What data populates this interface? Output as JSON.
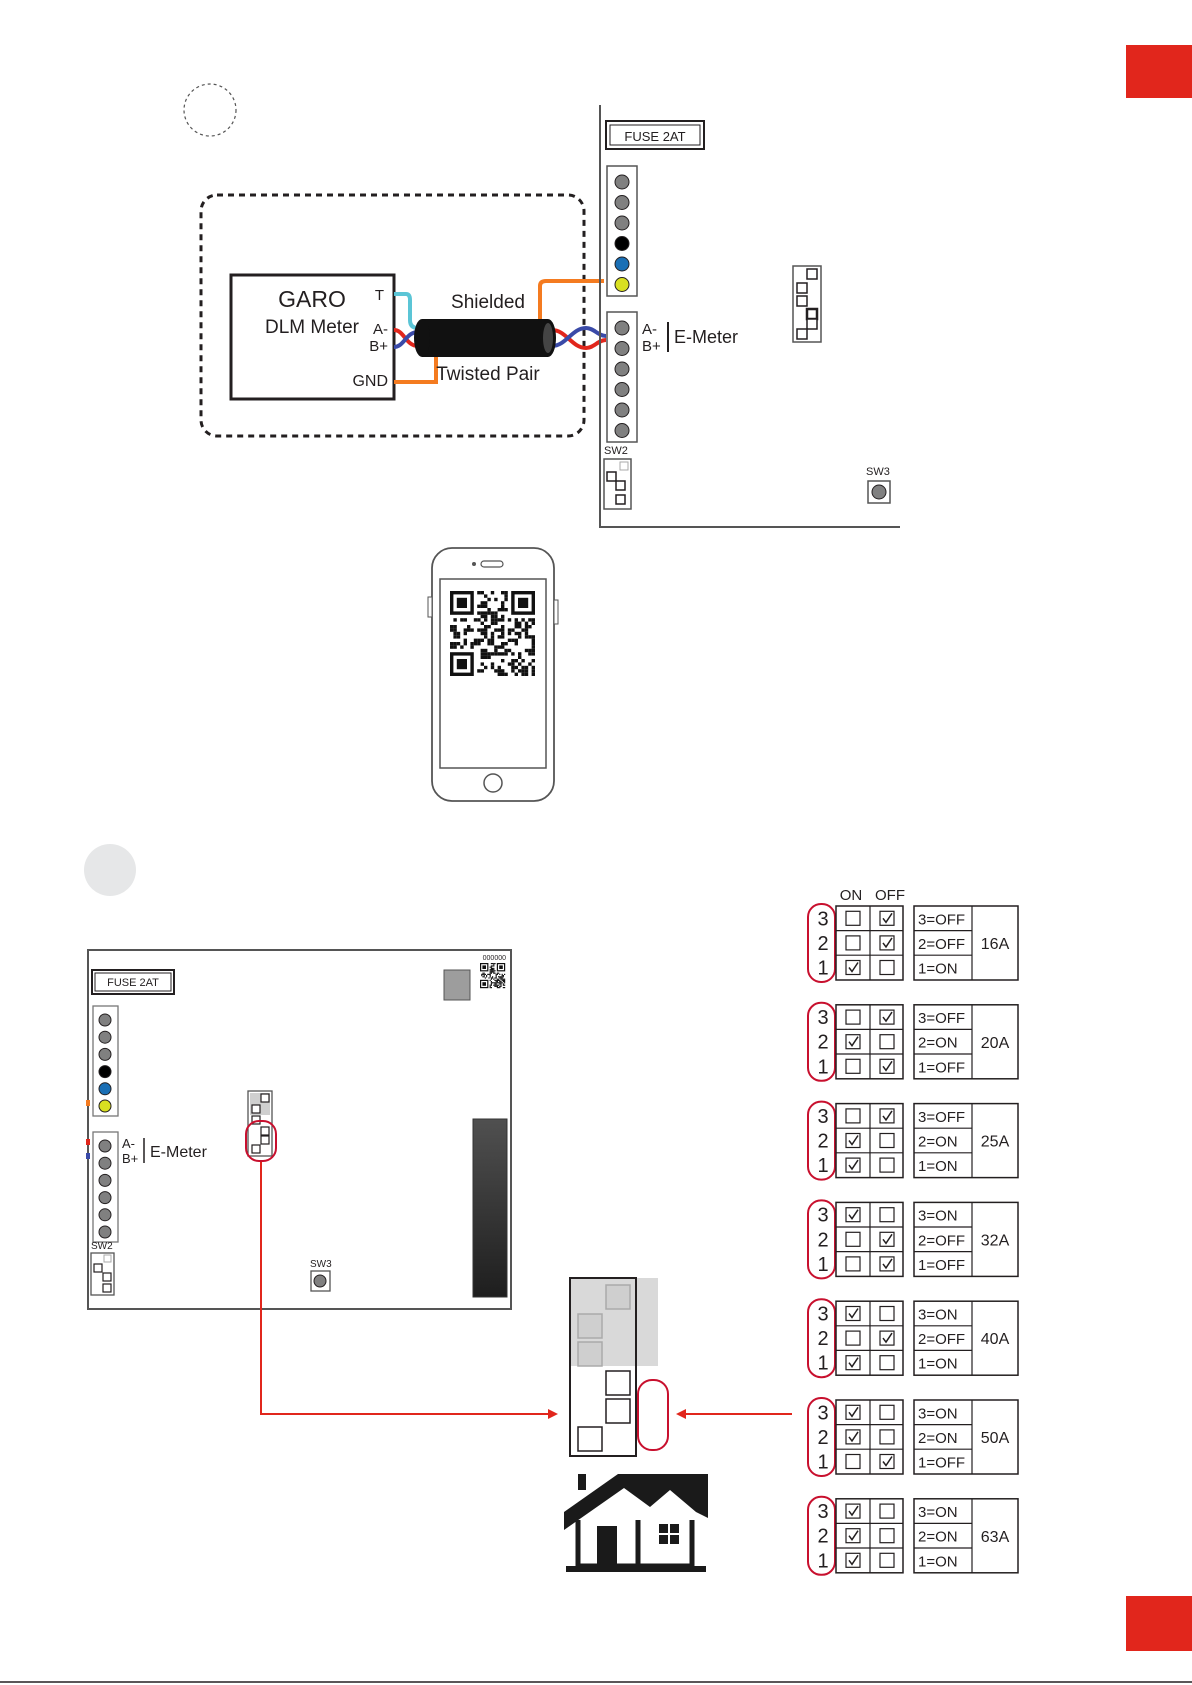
{
  "colors": {
    "accent_red": "#e1261c",
    "wire_orange": "#f47b20",
    "wire_red": "#e1261c",
    "wire_blue": "#3a4aa8",
    "wire_cyan": "#5bc5d6",
    "terminal_grey": "#808080",
    "terminal_black": "#000000",
    "terminal_blue": "#1a6fb5",
    "terminal_yellow": "#d9e021",
    "step_circle_grey": "#e6e7e8",
    "highlight_red": "#c8102e"
  },
  "diagram1": {
    "meter_brand": "GARO",
    "meter_name": "DLM Meter",
    "meter_term_t": "T",
    "meter_term_a": "A-",
    "meter_term_b": "B+",
    "meter_term_gnd": "GND",
    "cable_top_label": "Shielded",
    "cable_bottom_label": "Twisted Pair",
    "fuse_label": "FUSE 2AT",
    "board_term_a": "A-",
    "board_term_b": "B+",
    "emeter_label": "E-Meter",
    "sw2_label": "SW2",
    "sw3_label": "SW3",
    "terminal_block_upper": [
      "grey",
      "grey",
      "grey",
      "black",
      "blue",
      "yellow"
    ],
    "terminal_block_lower": [
      "grey",
      "grey",
      "grey",
      "grey",
      "grey",
      "grey"
    ]
  },
  "phone": {
    "screen_content": "qr-code"
  },
  "diagram2": {
    "fuse_label": "FUSE 2AT",
    "serial_number": "000000",
    "board_term_a": "A-",
    "board_term_b": "B+",
    "emeter_label": "E-Meter",
    "sw2_label": "SW2",
    "sw3_label": "SW3"
  },
  "dip_table": {
    "header_on": "ON",
    "header_off": "OFF",
    "rows": [
      {
        "amps": "16A",
        "switches": [
          {
            "n": "3",
            "on": false,
            "label": "3=OFF"
          },
          {
            "n": "2",
            "on": false,
            "label": "2=OFF"
          },
          {
            "n": "1",
            "on": true,
            "label": "1=ON"
          }
        ]
      },
      {
        "amps": "20A",
        "switches": [
          {
            "n": "3",
            "on": false,
            "label": "3=OFF"
          },
          {
            "n": "2",
            "on": true,
            "label": "2=ON"
          },
          {
            "n": "1",
            "on": false,
            "label": "1=OFF"
          }
        ]
      },
      {
        "amps": "25A",
        "switches": [
          {
            "n": "3",
            "on": false,
            "label": "3=OFF"
          },
          {
            "n": "2",
            "on": true,
            "label": "2=ON"
          },
          {
            "n": "1",
            "on": true,
            "label": "1=ON"
          }
        ]
      },
      {
        "amps": "32A",
        "switches": [
          {
            "n": "3",
            "on": true,
            "label": "3=ON"
          },
          {
            "n": "2",
            "on": false,
            "label": "2=OFF"
          },
          {
            "n": "1",
            "on": false,
            "label": "1=OFF"
          }
        ]
      },
      {
        "amps": "40A",
        "switches": [
          {
            "n": "3",
            "on": true,
            "label": "3=ON"
          },
          {
            "n": "2",
            "on": false,
            "label": "2=OFF"
          },
          {
            "n": "1",
            "on": true,
            "label": "1=ON"
          }
        ]
      },
      {
        "amps": "50A",
        "switches": [
          {
            "n": "3",
            "on": true,
            "label": "3=ON"
          },
          {
            "n": "2",
            "on": true,
            "label": "2=ON"
          },
          {
            "n": "1",
            "on": false,
            "label": "1=OFF"
          }
        ]
      },
      {
        "amps": "63A",
        "switches": [
          {
            "n": "3",
            "on": true,
            "label": "3=ON"
          },
          {
            "n": "2",
            "on": true,
            "label": "2=ON"
          },
          {
            "n": "1",
            "on": true,
            "label": "1=ON"
          }
        ]
      }
    ]
  }
}
